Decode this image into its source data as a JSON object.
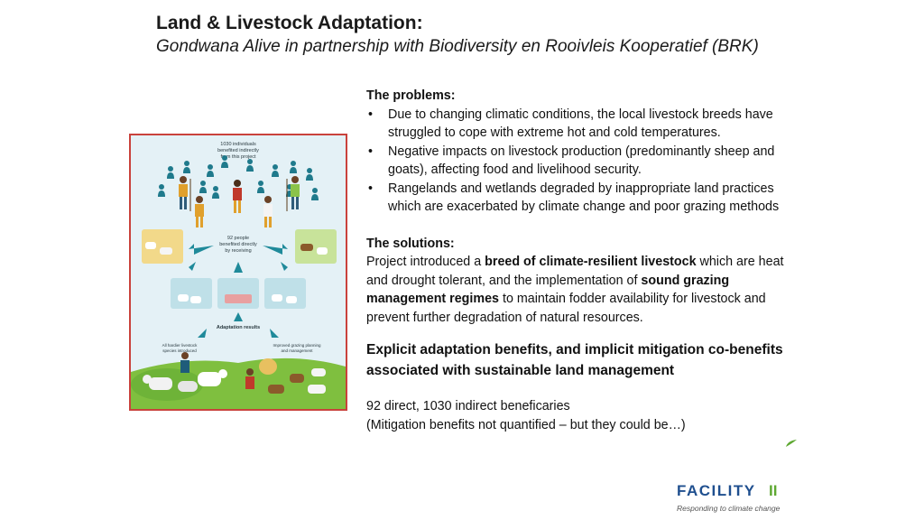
{
  "slide": {
    "title": "Land & Livestock Adaptation:",
    "subtitle": "Gondwana Alive in partnership with Biodiversity en Rooivleis Kooperatief (BRK)"
  },
  "infographic": {
    "indirect_label_1": "1030 individuals",
    "indirect_label_2": "benefited indirectly",
    "indirect_label_3": "from this project",
    "direct_label_1": "92 people",
    "direct_label_2": "benefited directly",
    "direct_label_3": "by receiving",
    "adaptation_results": "Adaptation results",
    "result_left_1": "All hardier livestock",
    "result_left_2": "species introduced",
    "result_right_1": "Improved grazing planning",
    "result_right_2": "and management",
    "colors": {
      "figure": "#1f7a8c",
      "grass": "#7fbf3f",
      "arrow": "#1f8a9a",
      "border": "#c9423c"
    }
  },
  "problems": {
    "heading": "The problems:",
    "items": [
      "Due to changing climatic conditions, the local livestock breeds have struggled to cope with extreme hot and cold temperatures.",
      "Negative impacts on livestock production (predominantly sheep and goats), affecting food and livelihood security.",
      "Rangelands and wetlands degraded by inappropriate land practices which are exacerbated by climate change and poor grazing methods"
    ]
  },
  "solutions": {
    "heading": "The solutions:",
    "t1": "Project introduced a ",
    "b1": "breed of climate-resilient livestock",
    "t2": " which are heat and drought tolerant, and the implementation of ",
    "b2": "sound grazing management regimes",
    "t3": " to maintain fodder availability for livestock and prevent further degradation of natural resources."
  },
  "benefits": {
    "heading": "Explicit adaptation benefits, and implicit mitigation co-benefits associated with sustainable land management"
  },
  "beneficiaries": {
    "line1": "92 direct, 1030 indirect beneficaries",
    "line2": "(Mitigation benefits not quantified – but they could be…)"
  },
  "logo": {
    "word": "FACILITY",
    "roman": "II",
    "tagline": "Responding to climate change",
    "colors": {
      "word": "#1f4f8f",
      "accent": "#5ea832"
    }
  }
}
